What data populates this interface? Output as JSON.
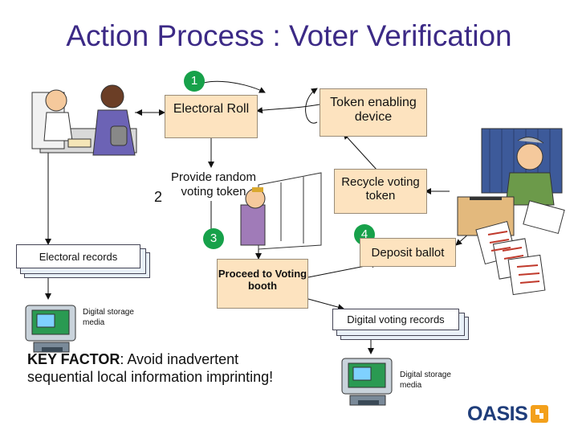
{
  "title": "Action Process : Voter Verification",
  "steps": [
    "1",
    "2",
    "3",
    "4"
  ],
  "boxes": {
    "electoral_roll": "Electoral Roll",
    "token_device": "Token enabling device",
    "recycle_token": "Recycle voting token",
    "deposit_ballot": "Deposit ballot",
    "proceed_booth": "Proceed to Voting booth"
  },
  "labels": {
    "random_token": "Provide random voting token",
    "electoral_records": "Electoral records",
    "digital_voting_records": "Digital voting records",
    "digital_storage_1": "Digital storage media",
    "digital_storage_2": "Digital storage media"
  },
  "key_factor": {
    "label": "KEY FACTOR",
    "text": ": Avoid inadvertent sequential local information imprinting!"
  },
  "logo": "OASIS",
  "colors": {
    "title": "#3c2a86",
    "box_fill": "#fde3bf",
    "step_circle": "#17a14a",
    "logo": "#1f3d7a"
  }
}
